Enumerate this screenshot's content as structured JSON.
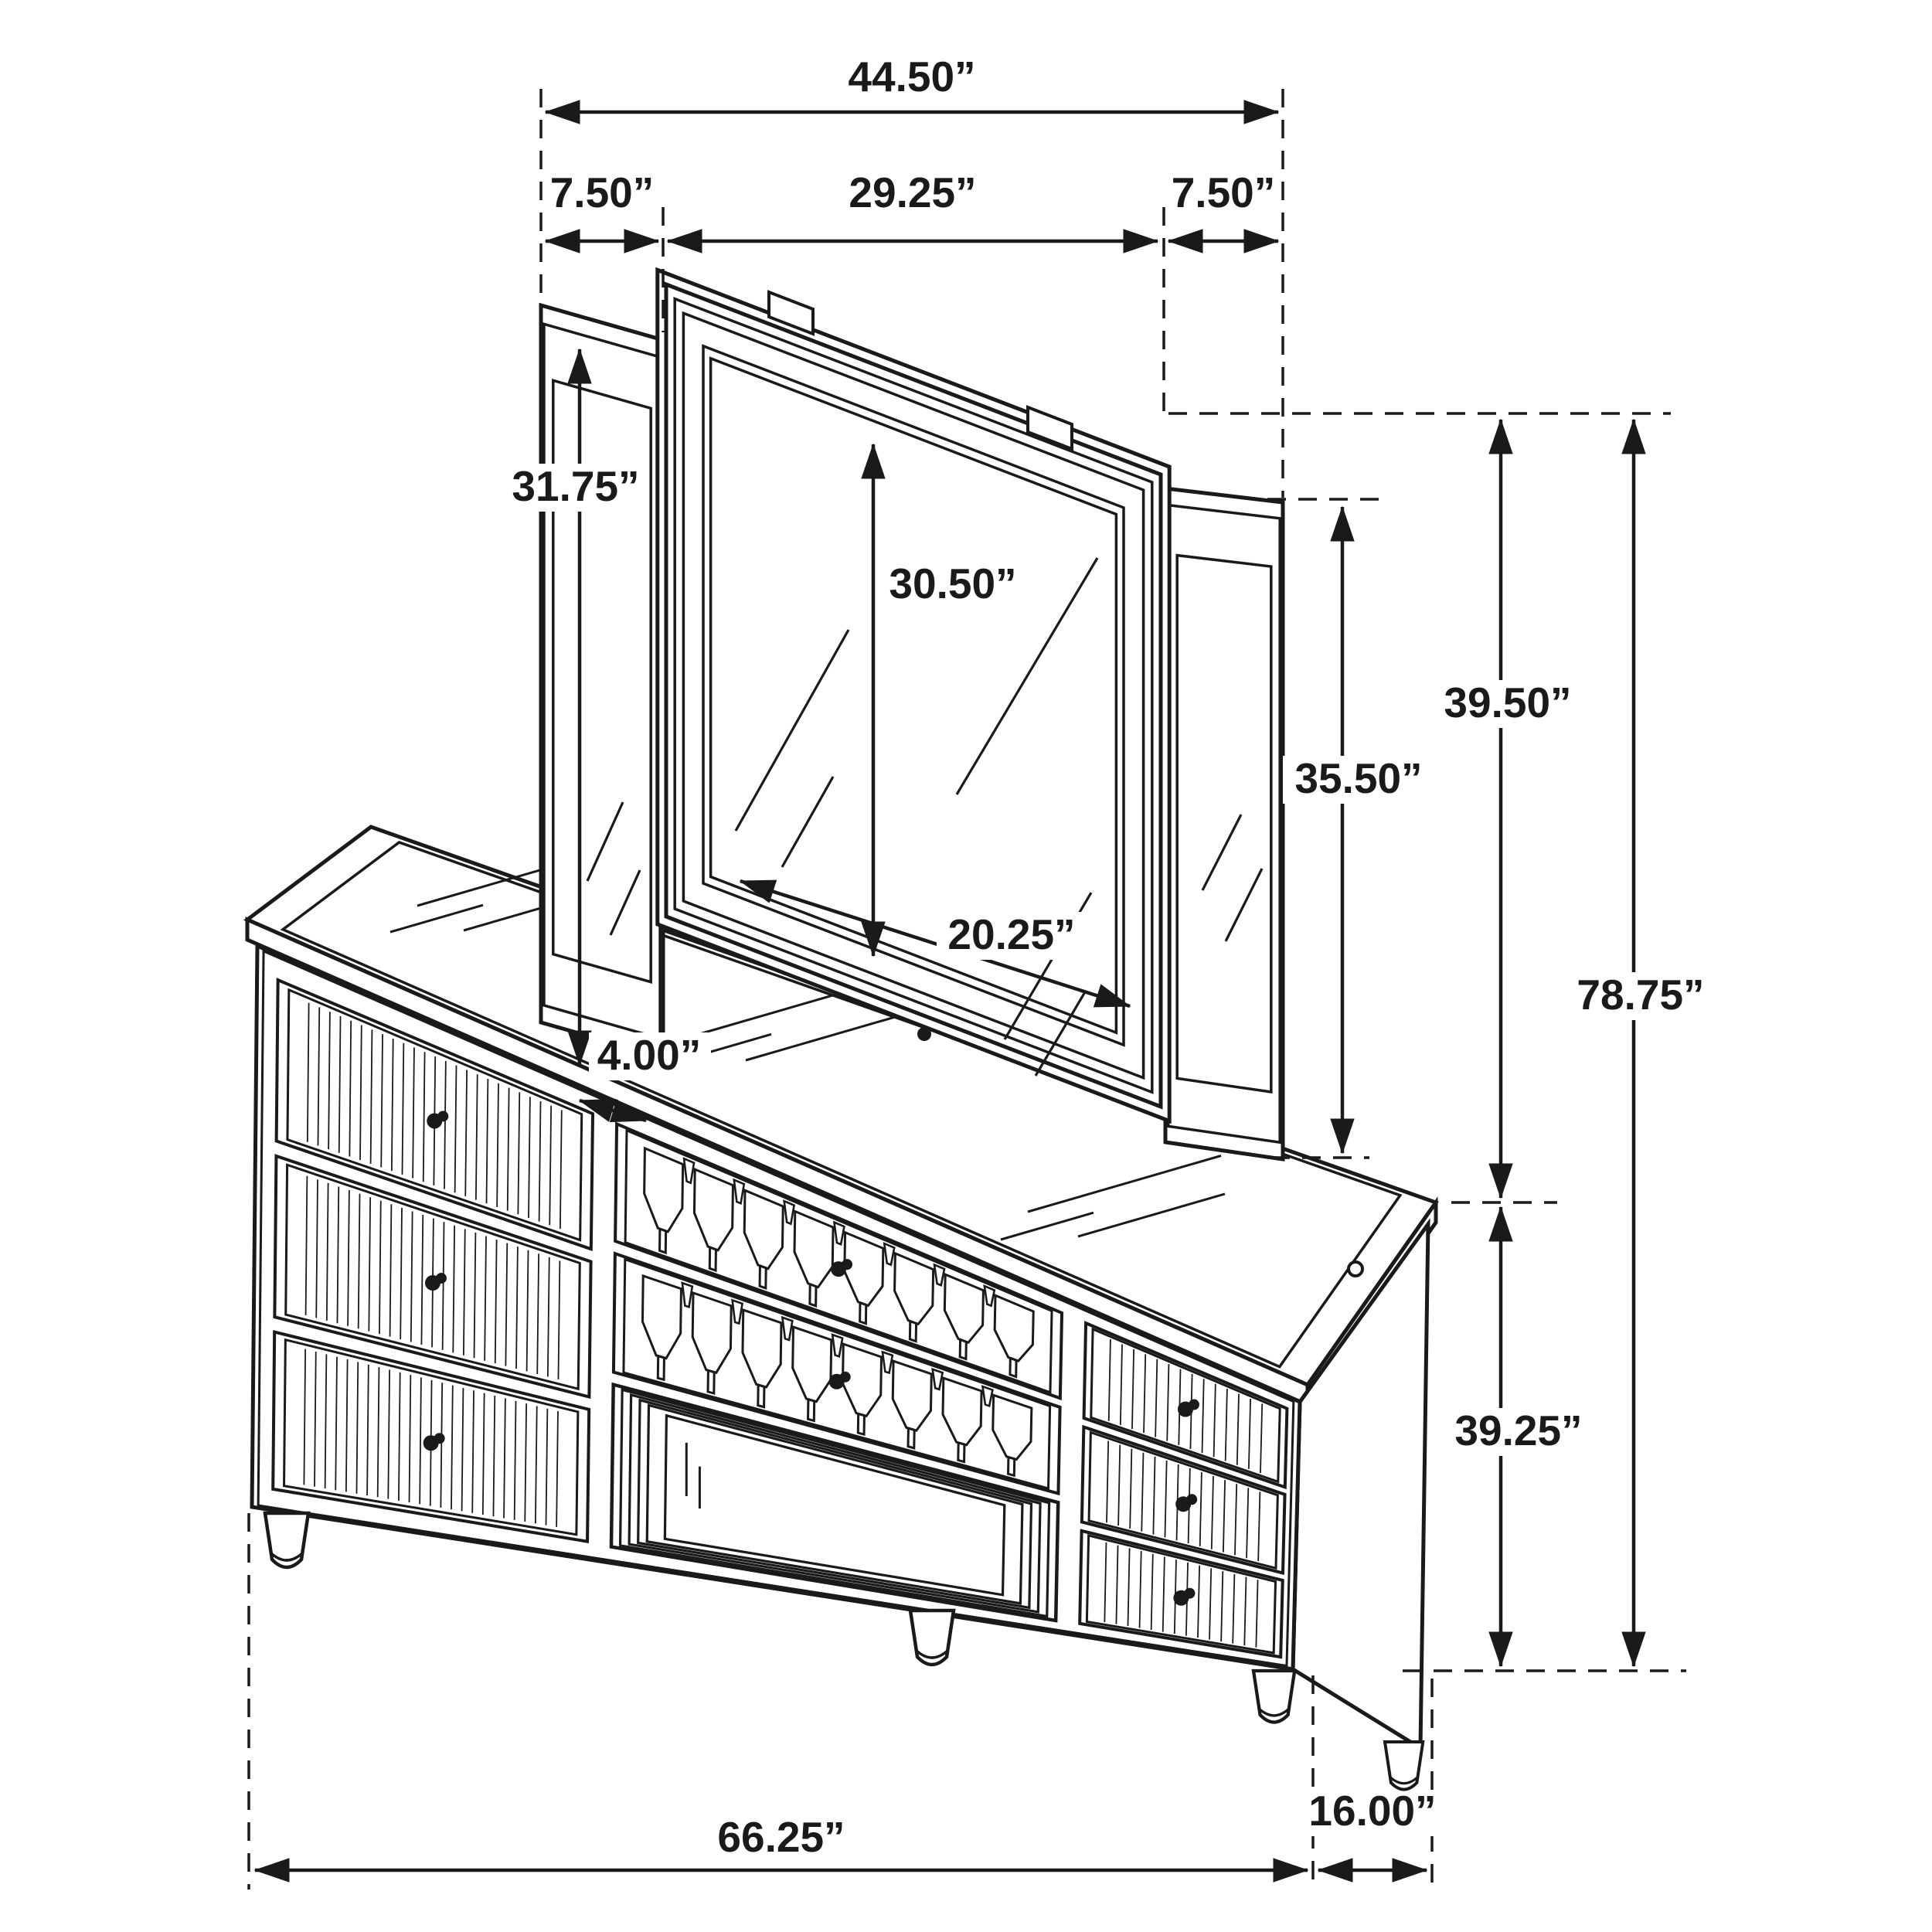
{
  "diagram": {
    "type": "furniture-dimension-diagram",
    "subject": "dresser-with-trifold-mirror",
    "background_color": "#ffffff",
    "line_color": "#1a1a1a",
    "unit": "inches",
    "dimensions": {
      "mirror_total_width": "44.50”",
      "mirror_left_wing_width": "7.50”",
      "mirror_center_width": "29.25”",
      "mirror_right_wing_width": "7.50”",
      "left_wing_glass_height": "31.75”",
      "center_glass_height": "30.50”",
      "center_glass_width": "20.25”",
      "wing_glass_width": "4.00”",
      "right_wing_height": "35.50”",
      "mirror_assembly_height": "39.50”",
      "overall_height": "78.75”",
      "dresser_height": "39.25”",
      "dresser_width": "66.25”",
      "dresser_depth": "16.00”"
    }
  }
}
